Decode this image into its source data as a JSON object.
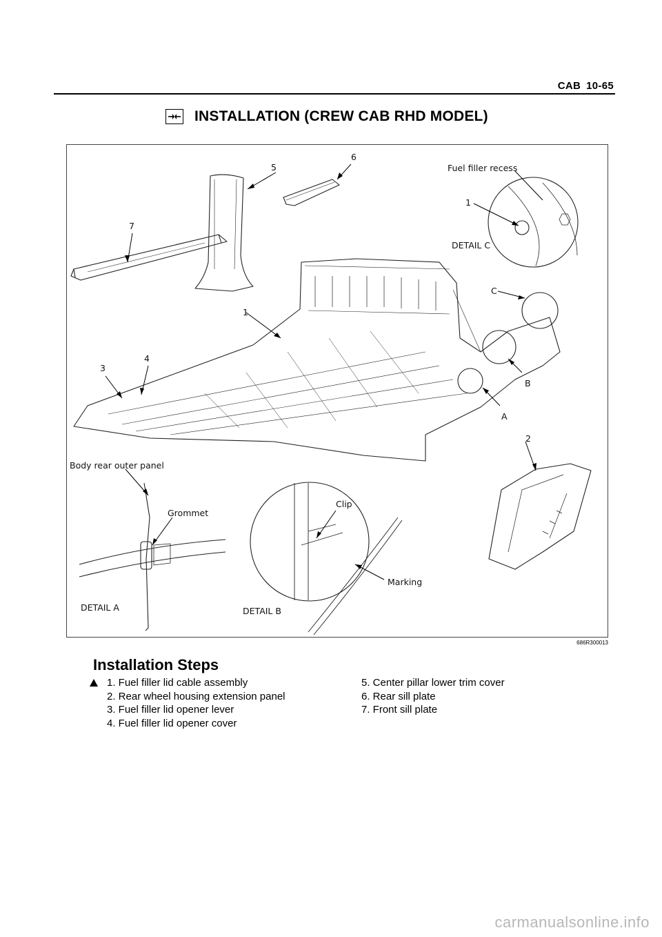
{
  "header": {
    "section": "CAB",
    "page": "10-65"
  },
  "title": "INSTALLATION (CREW CAB RHD MODEL)",
  "figure": {
    "labels": {
      "part5": "5",
      "part6": "6",
      "part7": "7",
      "part1_main": "1",
      "part1_detail": "1",
      "part3": "3",
      "part4": "4",
      "part2": "2",
      "ref_a": "A",
      "ref_b": "B",
      "ref_c": "C",
      "fuel_filler_recess": "Fuel filler recess",
      "detail_c": "DETAIL C",
      "body_rear_outer_panel": "Body rear outer panel",
      "grommet": "Grommet",
      "detail_a": "DETAIL A",
      "clip": "Clip",
      "marking": "Marking",
      "detail_b": "DETAIL B"
    },
    "id": "686R300013"
  },
  "steps": {
    "title": "Installation Steps",
    "left": [
      {
        "marker": "triangle",
        "text": "1. Fuel filler lid cable assembly"
      },
      {
        "marker": "",
        "text": "2. Rear wheel housing extension panel"
      },
      {
        "marker": "",
        "text": "3. Fuel filler lid opener lever"
      },
      {
        "marker": "",
        "text": "4. Fuel filler lid opener cover"
      }
    ],
    "right": [
      {
        "text": "5. Center pillar lower trim cover"
      },
      {
        "text": "6. Rear sill plate"
      },
      {
        "text": "7. Front sill plate"
      }
    ]
  },
  "watermark": "carmanualsonline.info"
}
